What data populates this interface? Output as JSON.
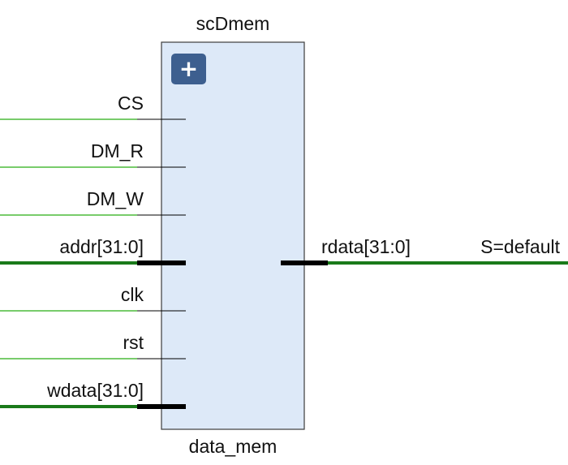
{
  "block": {
    "module_name": "scDmem",
    "instance_name": "data_mem",
    "expand_symbol": "+",
    "expand_icon": "plus-icon"
  },
  "inputs": [
    {
      "label": "CS",
      "bus": false
    },
    {
      "label": "DM_R",
      "bus": false
    },
    {
      "label": "DM_W",
      "bus": false
    },
    {
      "label": "addr[31:0]",
      "bus": true
    },
    {
      "label": "clk",
      "bus": false
    },
    {
      "label": "rst",
      "bus": false
    },
    {
      "label": "wdata[31:0]",
      "bus": true
    }
  ],
  "outputs": [
    {
      "label": "rdata[31:0]",
      "bus": true,
      "net_label": "S=default"
    }
  ],
  "colors": {
    "block_fill": "#dde9f8",
    "block_stroke": "#3c3c3c",
    "wire_single": "#4cbb3a",
    "wire_bus": "#1a7a1a",
    "pin": "#000000",
    "expand_button": "#3d5f8f",
    "text": "#111111"
  }
}
